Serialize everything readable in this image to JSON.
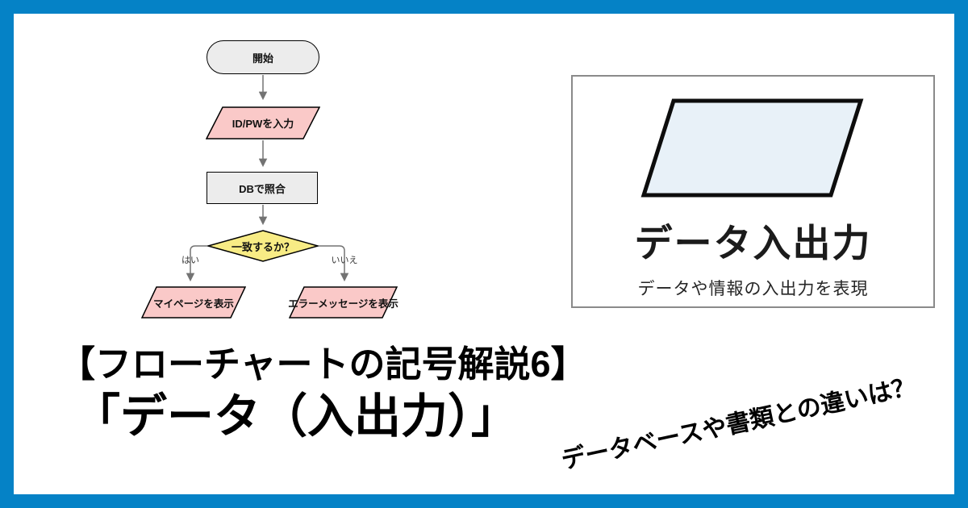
{
  "frame": {
    "border_color": "#0582c6"
  },
  "flowchart": {
    "nodes": {
      "start": {
        "label": "開始",
        "shape": "terminator",
        "fill": "#ececec"
      },
      "input": {
        "label": "ID/PWを入力",
        "shape": "parallelogram",
        "fill": "#fac9c8"
      },
      "process": {
        "label": "DBで照合",
        "shape": "rectangle",
        "fill": "#ececec"
      },
      "decision": {
        "label": "一致するか？",
        "shape": "diamond",
        "fill": "#f8ec85"
      },
      "mypage": {
        "label": "マイページを表示",
        "shape": "parallelogram",
        "fill": "#fac9c8"
      },
      "error": {
        "label": "エラーメッセージを表示",
        "shape": "parallelogram",
        "fill": "#fac9c8"
      }
    },
    "branches": {
      "yes": "はい",
      "no": "いいえ"
    },
    "arrow_color": "#737373"
  },
  "panel": {
    "shape_name": "データ入出力",
    "description": "データや情報の入出力を表現",
    "symbol_fill": "#e8f1f8"
  },
  "title": {
    "line1": "【フローチャートの記号解説6】",
    "line2": "「データ（入出力）」"
  },
  "tagline": "データベースや書類との違いは？"
}
